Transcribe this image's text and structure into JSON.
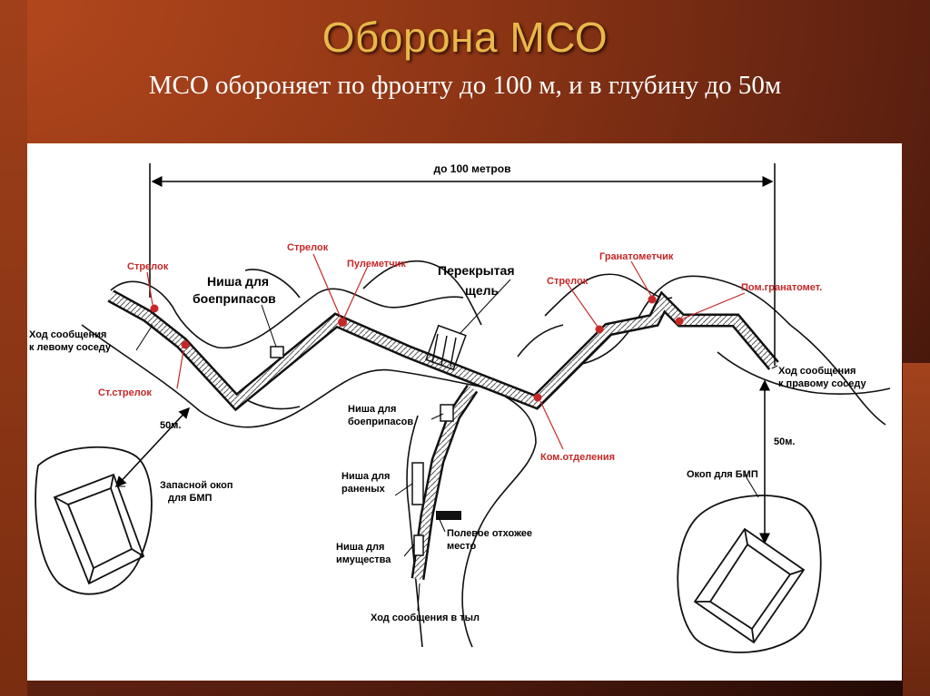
{
  "slide": {
    "title": "Оборона МСО",
    "subtitle": "МСО обороняет по фронту до 100 м, и в глубину до 50м"
  },
  "colors": {
    "title": "#e8b84a",
    "marker": "#c62828",
    "background": "#8f3615"
  },
  "diagram": {
    "width_label": "до 100 метров",
    "depth_left_label": "50м.",
    "depth_right_label": "50м.",
    "labels": {
      "strelok_1": "Стрелок",
      "strelok_2": "Стрелок",
      "strelok_3": "Стрелок",
      "st_strelok": "Ст.стрелок",
      "pulemetchik": "Пулеметчик",
      "granatometchik": "Гранатометчик",
      "pom_granatomet": "Пом.гранатомет.",
      "kom_otdeleniya": "Ком.отделения",
      "nisha_boepripasov_1_l1": "Ниша для",
      "nisha_boepripasov_1_l2": "боеприпасов",
      "perekrytaya_l1": "Перекрытая",
      "perekrytaya_l2": "щель",
      "hod_left_l1": "Ход сообщения",
      "hod_left_l2": "к левому соседу",
      "hod_right_l1": "Ход сообщения",
      "hod_right_l2": "к правому соседу",
      "nisha_boepripasov_2_l1": "Ниша для",
      "nisha_boepripasov_2_l2": "боеприпасов",
      "nisha_ranenykh_l1": "Ниша для",
      "nisha_ranenykh_l2": "раненых",
      "nisha_imushchestva_l1": "Ниша для",
      "nisha_imushchestva_l2": "имущества",
      "polevoe_l1": "Полевое отхожее",
      "polevoe_l2": "место",
      "hod_tyl": "Ход сообщения в тыл",
      "zapasnoy_l1": "Запасной окоп",
      "zapasnoy_l2": "для БМП",
      "okop_bmp": "Окоп для БМП"
    }
  }
}
